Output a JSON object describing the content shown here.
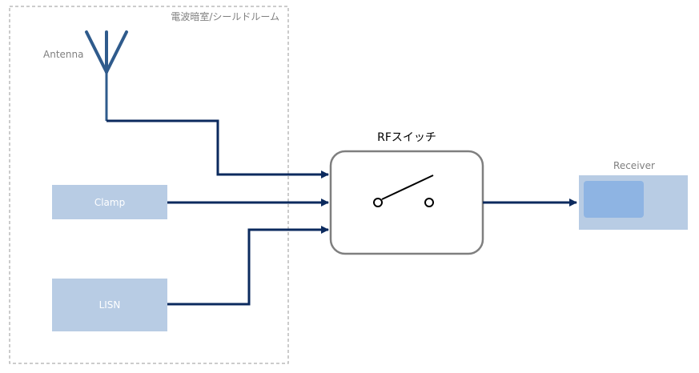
{
  "room": {
    "label": "電波暗室/シールドルーム"
  },
  "antenna": {
    "label": "Antenna"
  },
  "clamp": {
    "label": "Clamp"
  },
  "lisn": {
    "label": "LISN"
  },
  "rf_switch": {
    "label": "RFスイッチ"
  },
  "receiver": {
    "label": "Receiver"
  },
  "colors": {
    "wire": "#0b2a5e",
    "antenna": "#2f5b8c",
    "device_fill": "#b8cce4",
    "receiver_screen": "#8eb4e3",
    "switch_border": "#7f7f7f",
    "room_border": "#999999"
  }
}
